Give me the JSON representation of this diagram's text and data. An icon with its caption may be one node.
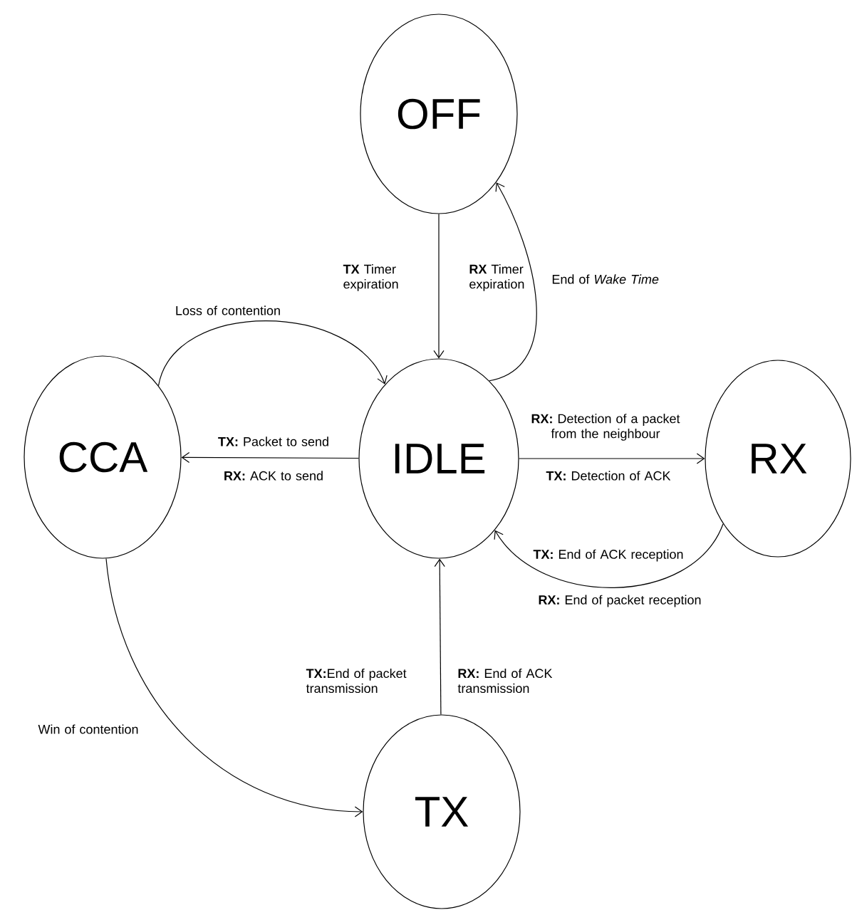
{
  "diagram": {
    "nodes": [
      {
        "text": [
          "OFF"
        ]
      },
      {
        "text": [
          "CCA"
        ]
      },
      {
        "text": [
          "IDLE"
        ]
      },
      {
        "text": [
          "RX"
        ]
      },
      {
        "text": [
          "TX"
        ]
      }
    ],
    "edges": [
      {
        "from": 0,
        "to": 2,
        "arrow": "to",
        "label": "**TX** Timer expiration"
      },
      {
        "from": 2,
        "to": 0,
        "arrow": "to",
        "label": "End of *Wake Time*"
      },
      {
        "from": 1,
        "to": 2,
        "arrow": "to",
        "label": "Loss of contention"
      },
      {
        "from": 2,
        "to": 1,
        "arrow": "to",
        "label": "**TX:** Packet to send"
      },
      {
        "from": 2,
        "to": 3,
        "arrow": "to",
        "label": "**RX:** Detection of a packet from the neighbour"
      },
      {
        "from": 3,
        "to": 2,
        "arrow": "to",
        "label": "**TX:** End of ACK reception"
      },
      {
        "from": 1,
        "to": 4,
        "arrow": "to",
        "label": "Win of contention"
      },
      {
        "from": 4,
        "to": 2,
        "arrow": "to",
        "label": "**TX:**End of packet transmission"
      }
    ],
    "labels": [
      "**RX** Timer expiration",
      "**RX:** ACK to send",
      "**TX:** Detection of ACK",
      "**RX:** End of packet reception",
      "**RX:** End of ACK transmission"
    ]
  }
}
